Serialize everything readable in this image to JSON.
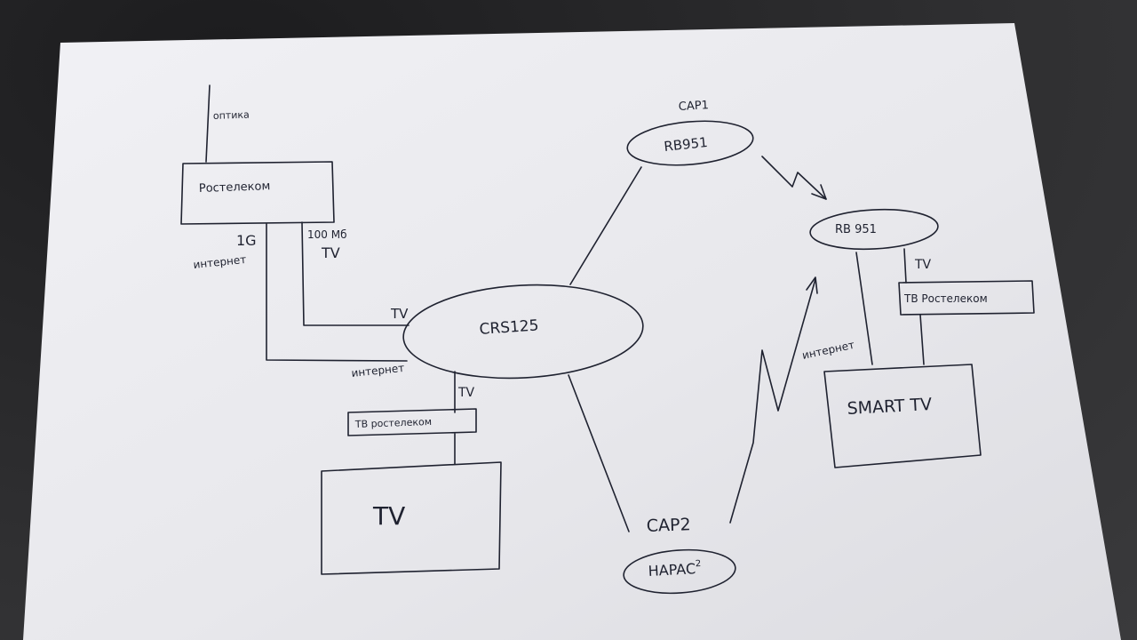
{
  "labels": {
    "optic": "оптика",
    "rostelecom_box": "Ростелеком",
    "gig": "1G",
    "internet_left": "интернет",
    "mb100": "100 Мб",
    "tv_top": "TV",
    "tv_crs": "TV",
    "crs": "CRS125",
    "internet_bottom": "интернет",
    "tv_under_crs": "TV",
    "tv_rostelecom_left": "ТВ ростелеком",
    "tv_left_screen": "TV",
    "cap1": "CAP1",
    "rb951_top": "RB951",
    "rb951_right": "RB 951",
    "tv_right": "TV",
    "tv_rostelecom_right": "ТВ Ростелеком",
    "internet_right": "интернет",
    "smart_tv": "SMART TV",
    "cap2": "CAP2",
    "hapac": "HAPAC",
    "hapac_sup": "2"
  },
  "colors": {
    "paper": "#e9e9ed",
    "ink": "#1f2230",
    "background": "#2b2b2d"
  }
}
